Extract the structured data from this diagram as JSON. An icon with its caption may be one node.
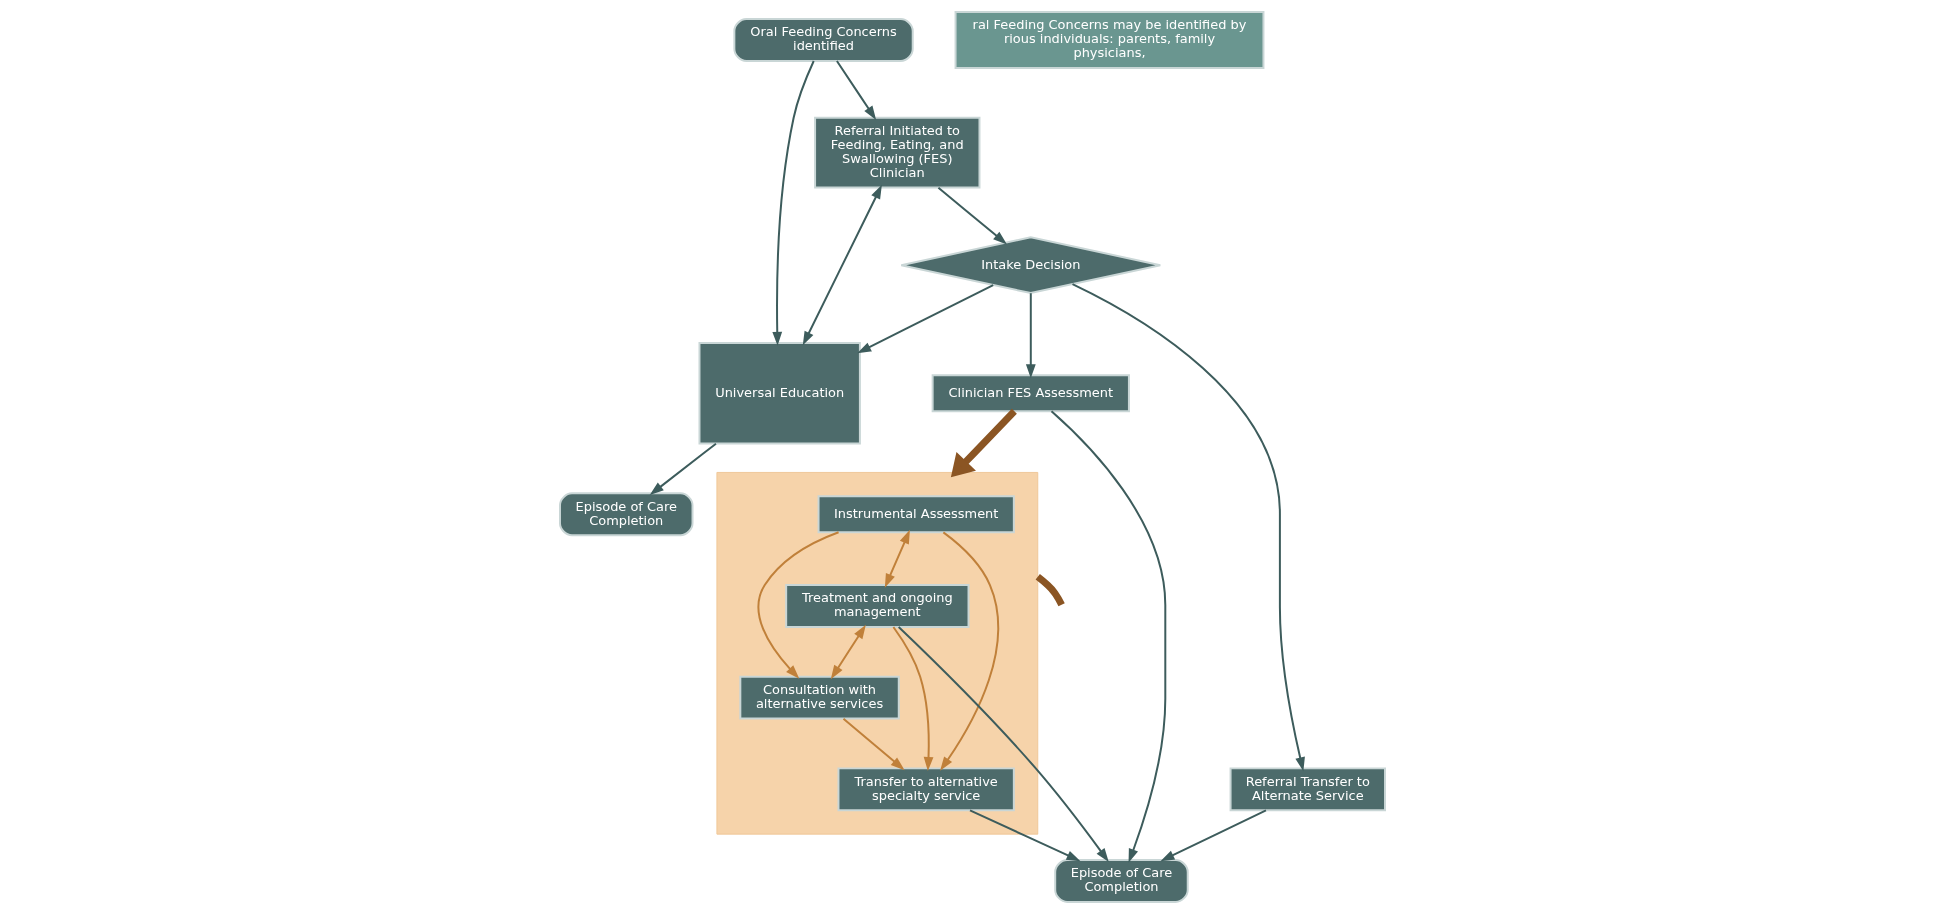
{
  "diagram": {
    "nodes": [
      {
        "text": [
          "Oral Feeding Concerns identified"
        ]
      },
      {
        "text": [
          "Referral Initiated to Feeding, Eating, and Swallowing (FES) Clinician"
        ]
      },
      {
        "text": [
          "Universal Education"
        ]
      },
      {
        "text": [
          "Episode of Care Completion"
        ]
      },
      {
        "text": [
          "Intake Decision"
        ]
      },
      {
        "text": [
          "Clinician FES Assessment"
        ]
      },
      {
        "text": [],
        "shape": "box"
      },
      {
        "text": [
          "Instrumental Assessment"
        ],
        "in": 6
      },
      {
        "text": [
          "Treatment and ongoing management"
        ],
        "in": 6
      },
      {
        "text": [
          "Consultation with alternative services"
        ],
        "in": 6
      },
      {
        "text": [
          "Transfer to alternative specialty service"
        ],
        "in": 6
      },
      {
        "text": [
          "Referral Transfer to Alternate Service"
        ]
      },
      {
        "text": [
          "Episode of Care Completion"
        ]
      },
      {
        "text": [
          "ral Feeding Concerns may be identified by rious individuals: parents, family physicians,"
        ]
      }
    ],
    "edges": [
      {
        "from": 0,
        "to": 1,
        "arrow": "to"
      },
      {
        "from": 0,
        "to": 2,
        "arrow": "to"
      },
      {
        "from": 1,
        "to": 2,
        "arrow": "both"
      },
      {
        "from": 2,
        "to": 3,
        "arrow": "to"
      },
      {
        "from": 1,
        "to": 4,
        "arrow": "to"
      },
      {
        "from": 4,
        "to": 2,
        "arrow": "to"
      },
      {
        "from": 4,
        "to": 5,
        "arrow": "to"
      },
      {
        "from": 4,
        "to": 11,
        "arrow": "to"
      },
      {
        "from": 5,
        "to": 12,
        "arrow": "to"
      },
      {
        "from": 8,
        "to": 12,
        "arrow": "to"
      },
      {
        "from": 11,
        "to": 12,
        "arrow": "to"
      },
      {
        "from": 10,
        "to": 12,
        "arrow": "to"
      },
      {
        "from": 5,
        "to": 6,
        "arrow": "to",
        "style": "thick",
        "color": "#8b5523"
      },
      {
        "from": 7,
        "to": 8,
        "arrow": "both",
        "color": "#c0803a"
      },
      {
        "from": 7,
        "to": 9,
        "arrow": "to",
        "color": "#c0803a"
      },
      {
        "from": 7,
        "to": 10,
        "arrow": "to",
        "color": "#c0803a"
      },
      {
        "from": 8,
        "to": 9,
        "arrow": "both",
        "color": "#c0803a"
      },
      {
        "from": 8,
        "to": 10,
        "arrow": "to",
        "color": "#c0803a"
      },
      {
        "from": 9,
        "to": 10,
        "arrow": "to",
        "color": "#c0803a"
      },
      {
        "from": 6,
        "to": null,
        "arrow": "none",
        "style": "thick",
        "color": "#8b5523"
      }
    ]
  }
}
